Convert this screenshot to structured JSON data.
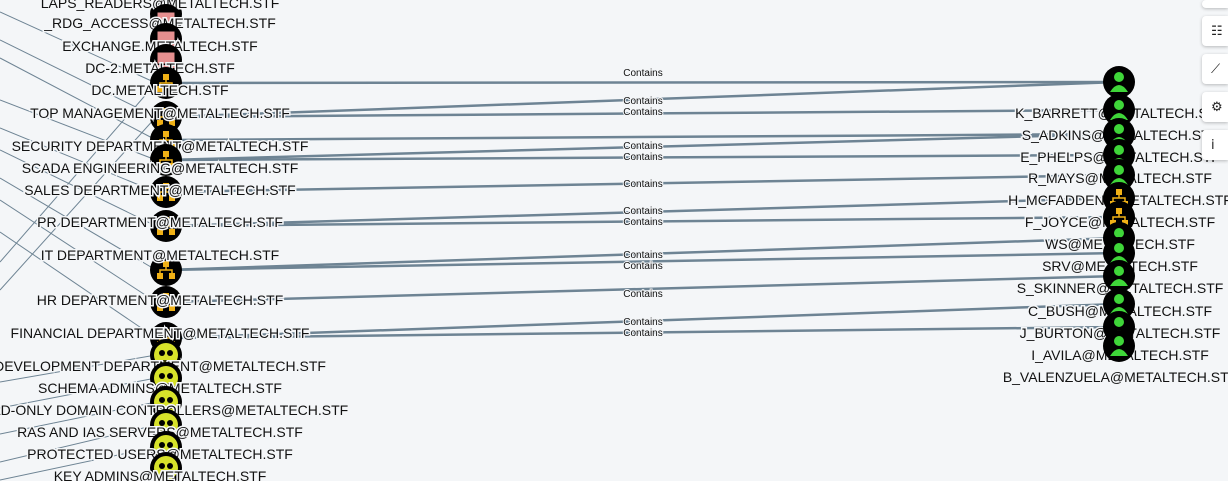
{
  "edge_label": "Contains",
  "colors": {
    "edge": "#6e8494",
    "group_fill": "#f0b116",
    "user_fill": "#3fd639",
    "computer_fill": "#e58f8f",
    "gpo_fill": "#d7e22a",
    "node_ring": "#000000"
  },
  "left_nodes": [
    {
      "label": "LAPS_READERS@METALTECH.STF",
      "type": "computer"
    },
    {
      "label": "_RDG_ACCESS@METALTECH.STF",
      "type": "computer"
    },
    {
      "label": "EXCHANGE.METALTECH.STF",
      "type": "computer"
    },
    {
      "label": "DC-2.METALTECH.STF",
      "type": "computer"
    },
    {
      "label": "DC.METALTECH.STF",
      "type": "group"
    },
    {
      "label": "TOP MANAGEMENT@METALTECH.STF",
      "type": "group"
    },
    {
      "label": "SECURITY DEPARTMENT@METALTECH.STF",
      "type": "group"
    },
    {
      "label": "SCADA ENGINEERING@METALTECH.STF",
      "type": "group"
    },
    {
      "label": "SALES DEPARTMENT@METALTECH.STF",
      "type": "group"
    },
    {
      "label": "PR DEPARTMENT@METALTECH.STF",
      "type": "group"
    },
    {
      "label": "IT DEPARTMENT@METALTECH.STF",
      "type": "group"
    },
    {
      "label": "HR DEPARTMENT@METALTECH.STF",
      "type": "group"
    },
    {
      "label": "FINANCIAL DEPARTMENT@METALTECH.STF",
      "type": "group"
    },
    {
      "label": "DEVELOPMENT DEPARTMENT@METALTECH.STF",
      "type": "gpo"
    },
    {
      "label": "SCHEMA ADMINS@METALTECH.STF",
      "type": "gpo"
    },
    {
      "label": "READ-ONLY DOMAIN CONTROLLERS@METALTECH.STF",
      "type": "gpo"
    },
    {
      "label": "RAS AND IAS SERVERS@METALTECH.STF",
      "type": "gpo"
    },
    {
      "label": "PROTECTED USERS@METALTECH.STF",
      "type": "gpo"
    },
    {
      "label": "KEY ADMINS@METALTECH.STF",
      "type": "gpo"
    }
  ],
  "right_nodes": [
    {
      "label": "K_BARRETT@METALTECH.STF",
      "type": "user"
    },
    {
      "label": "S_ADKINS@METALTECH.STF",
      "type": "user"
    },
    {
      "label": "E_PHELPS@METALTECH.STF",
      "type": "user"
    },
    {
      "label": "R_MAYS@METALTECH.STF",
      "type": "user"
    },
    {
      "label": "H_MCFADDEN@METALTECH.STF",
      "type": "user"
    },
    {
      "label": "F_JOYCE@METALTECH.STF",
      "type": "group"
    },
    {
      "label": "WS@METALTECH.STF",
      "type": "group"
    },
    {
      "label": "SRV@METALTECH.STF",
      "type": "user"
    },
    {
      "label": "S_SKINNER@METALTECH.STF",
      "type": "user"
    },
    {
      "label": "C_BUSH@METALTECH.STF",
      "type": "user"
    },
    {
      "label": "J_BURTON@METALTECH.STF",
      "type": "user"
    },
    {
      "label": "I_AVILA@METALTECH.STF",
      "type": "user"
    },
    {
      "label": "B_VALENZUELA@METALTECH.STF",
      "type": "user"
    }
  ],
  "toolbar": [
    {
      "icon": "collapse-icon",
      "glyph": ""
    },
    {
      "icon": "checklist-icon",
      "glyph": "☷"
    },
    {
      "icon": "line-chart-icon",
      "glyph": "⟋"
    },
    {
      "icon": "settings-gears-icon",
      "glyph": "⚙"
    },
    {
      "icon": "info-icon",
      "glyph": "i"
    }
  ]
}
